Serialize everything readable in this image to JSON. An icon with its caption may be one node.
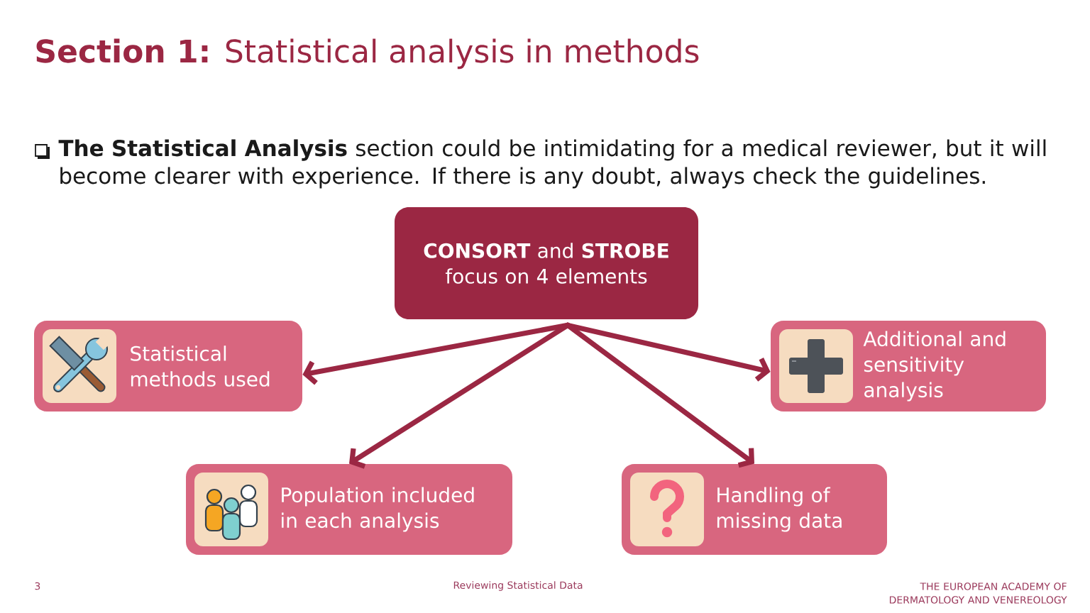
{
  "diagram": {
    "title": "**Section 1:** Statistical analysis in methods",
    "nodes": [
      {
        "text": [
          "**CONSORT** and **STROBE** focus on 4 elements"
        ]
      },
      {
        "text": [
          "Statistical methods used"
        ]
      },
      {
        "text": [
          "Additional and sensitivity analysis"
        ]
      },
      {
        "text": [
          "Population included in each analysis"
        ]
      },
      {
        "text": [
          "Handling of missing data"
        ]
      }
    ],
    "edges": [
      {
        "from": 0,
        "to": 1,
        "arrow": "to"
      },
      {
        "from": 0,
        "to": 2,
        "arrow": "to"
      },
      {
        "from": 0,
        "to": 3,
        "arrow": "to"
      },
      {
        "from": 0,
        "to": 4,
        "arrow": "to"
      }
    ],
    "labels": [
      "**The Statistical Analysis** section could be intimidating for a medical reviewer, but it will become clearer with experience. If there is any doubt, always check the guidelines.",
      "3",
      "Reviewing Statistical Data",
      "THE EUROPEAN ACADEMY OF DERMATOLOGY AND VENEREOLOGY"
    ]
  }
}
